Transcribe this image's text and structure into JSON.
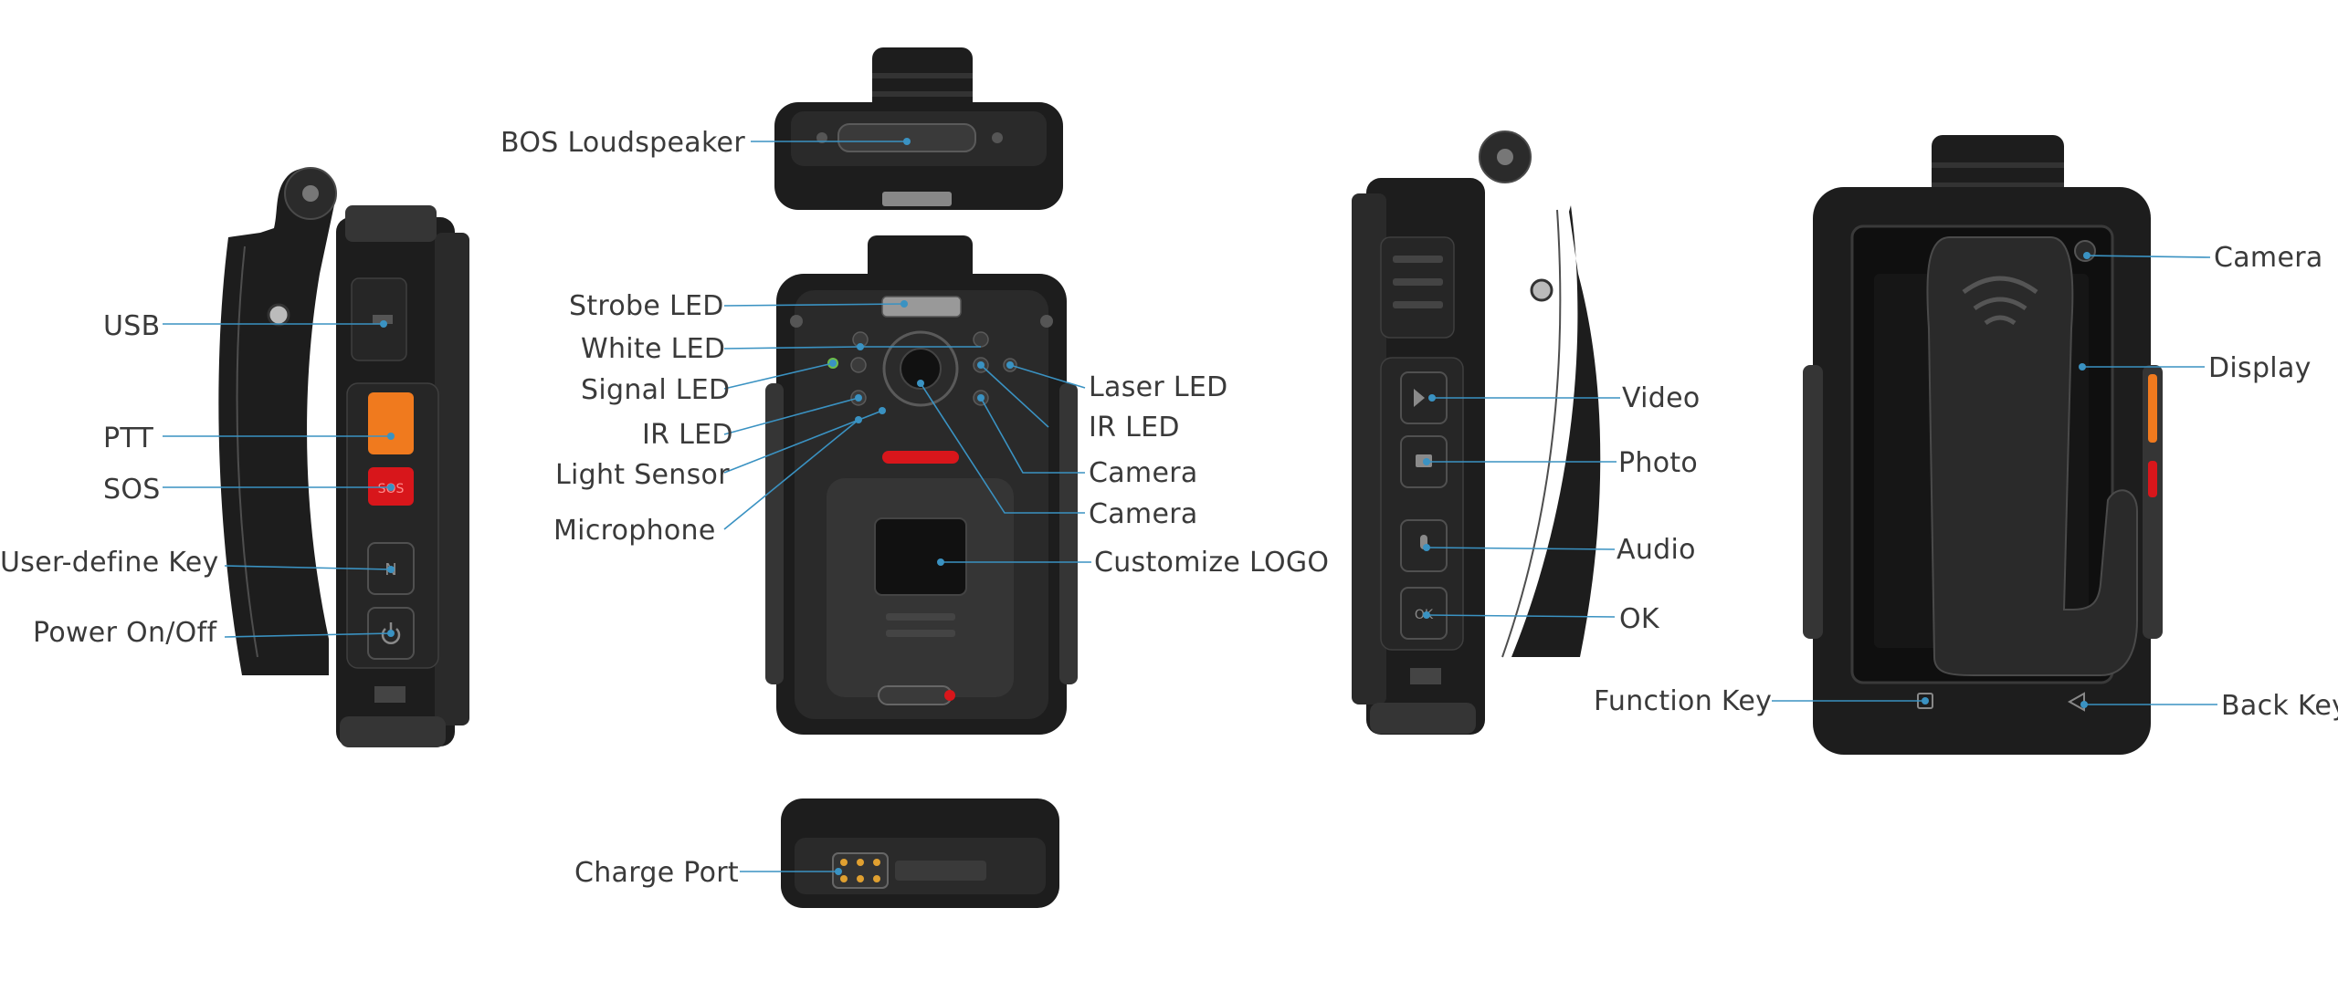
{
  "diagram": {
    "labels": {
      "usb": "USB",
      "ptt": "PTT",
      "sos": "SOS",
      "user_define_key": "User-define Key",
      "power": "Power On/Off",
      "bos_loudspeaker": "BOS Loudspeaker",
      "strobe_led": "Strobe LED",
      "white_led": "White LED",
      "signal_led": "Signal LED",
      "ir_led_left": "IR LED",
      "light_sensor": "Light Sensor",
      "microphone": "Microphone",
      "laser_led": "Laser LED",
      "ir_led_right": "IR LED",
      "camera_front_1": "Camera",
      "camera_front_2": "Camera",
      "customize_logo": "Customize LOGO",
      "charge_port": "Charge Port",
      "video": "Video",
      "photo": "Photo",
      "audio": "Audio",
      "ok": "OK",
      "camera_back": "Camera",
      "display": "Display",
      "function_key": "Function Key",
      "back_key": "Back Key"
    },
    "device_markings": {
      "sos_button": "SOS",
      "user_key": "N",
      "ok_key": "OK"
    },
    "colors": {
      "callout_line": "#3a92c2",
      "ptt_button": "#f07a1e",
      "sos_button": "#d8161b",
      "device_body": "#1d1d1d",
      "label_text": "#3a3a3a"
    }
  }
}
